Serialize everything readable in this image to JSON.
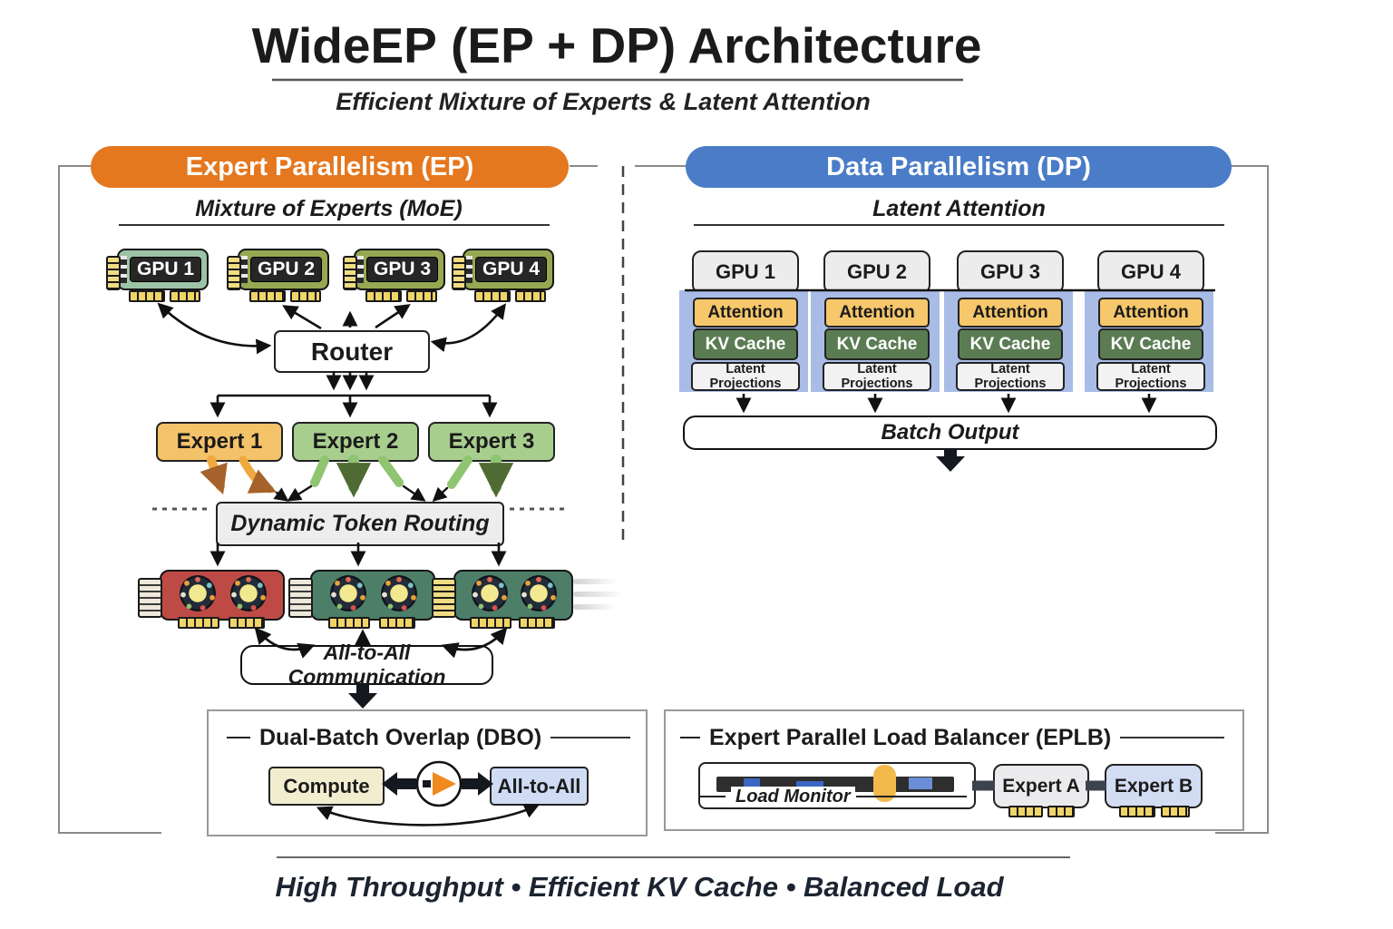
{
  "title": {
    "main_strong": "WideEP",
    "main_rest": " (EP + DP) Architecture",
    "subtitle": "Efficient Mixture of Experts & Latent Attention"
  },
  "ep": {
    "header": "Expert Parallelism (EP)",
    "section": "Mixture of Experts (MoE)",
    "gpus": [
      "GPU 1",
      "GPU 2",
      "GPU 3",
      "GPU 4"
    ],
    "router": "Router",
    "experts": [
      "Expert 1",
      "Expert 2",
      "Expert 3"
    ],
    "dynamic_token_routing": "Dynamic Token Routing",
    "all_to_all_communication": "All-to-All Communication",
    "dbo": {
      "title": "Dual-Batch Overlap (DBO)",
      "compute": "Compute",
      "all_to_all": "All-to-All"
    }
  },
  "dp": {
    "header": "Data Parallelism (DP)",
    "section": "Latent Attention",
    "gpus": [
      "GPU 1",
      "GPU 2",
      "GPU 3",
      "GPU 4"
    ],
    "labels": {
      "attention": "Attention",
      "kv_cache": "KV Cache",
      "latent_projections": "Latent Projections"
    },
    "batch_output": "Batch Output",
    "eplb": {
      "title": "Expert Parallel Load Balancer (EPLB)",
      "load_monitor": "Load Monitor",
      "expert_a": "Expert A",
      "expert_b": "Expert B"
    }
  },
  "footer": "High Throughput  •  Efficient KV Cache  •  Balanced Load",
  "colors": {
    "ep_accent": "#E5771E",
    "dp_accent": "#4A7CC7",
    "expert_orange": "#F4C269",
    "expert_green": "#A8CE8E",
    "attention": "#F6C76B",
    "kv_cache": "#5B7C53",
    "latent_projections": "#F2F2F2",
    "gpu_red": "#BE4A46",
    "gpu_teal": "#4D7F68",
    "compute": "#F3EDD0",
    "all_to_all": "#CFDCF4",
    "load_slider": "#F2B94B"
  }
}
